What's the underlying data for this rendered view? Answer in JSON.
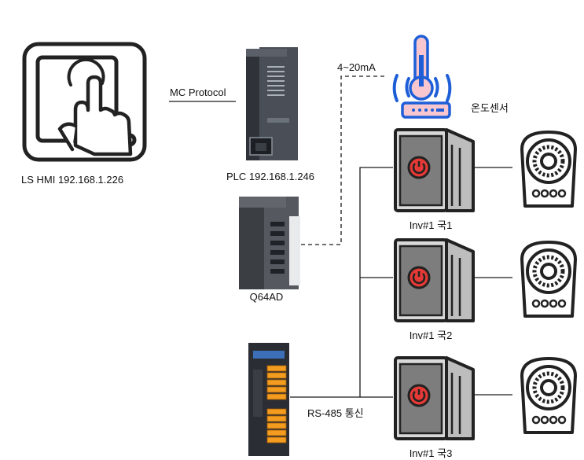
{
  "labels": {
    "hmi": "LS HMI 192.168.1.226",
    "mc_protocol": "MC Protocol",
    "plc": "PLC 192.168.1.246",
    "current": "4~20mA",
    "temp_sensor": "온도센서",
    "q64ad": "Q64AD",
    "rs485": "RS-485 통신",
    "inverters": [
      "Inv#1 국1",
      "Inv#1 국2",
      "Inv#1 국3"
    ]
  },
  "colors": {
    "line": "#1a1a1a",
    "icon": "#222222",
    "inverter_body": "#d9d9d9",
    "inverter_panel": "#7d7d7d",
    "power_button": "#e53935",
    "sensor_blue": "#1e5fd8",
    "sensor_pink": "#f7c6cf",
    "plc_body": "#4a4f57",
    "terminal_orange": "#f39c1f"
  }
}
